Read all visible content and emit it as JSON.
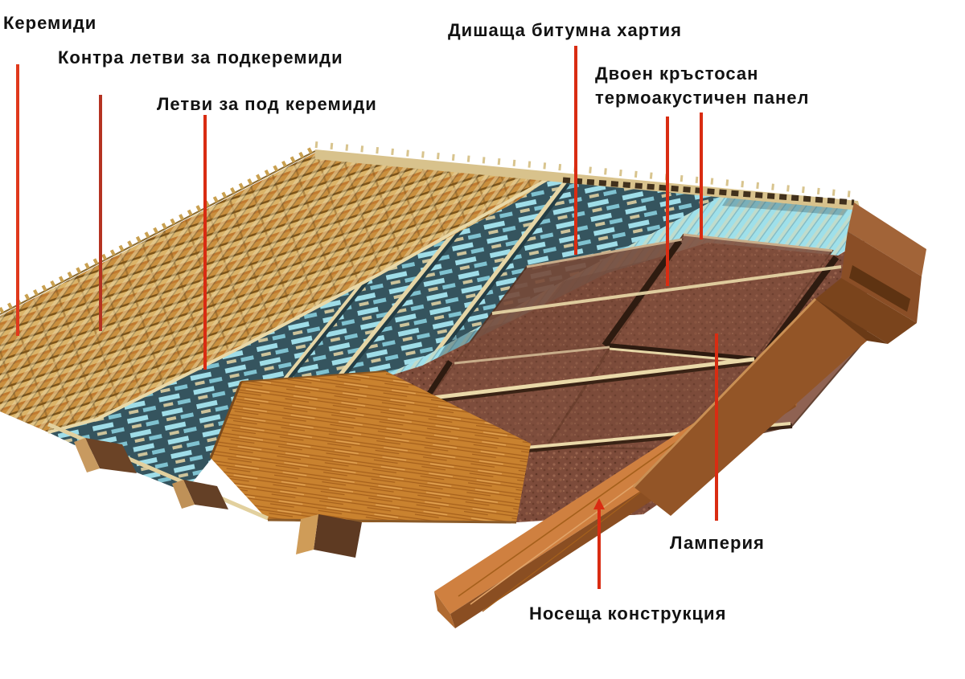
{
  "page": {
    "background_color": "#ffffff",
    "description": "Cutaway diagram of roof construction layers with Bulgarian labels"
  },
  "diagram": {
    "label_color": "#121212",
    "leader_color": "#d92c12",
    "labels": [
      {
        "id": "keremidi",
        "text": "Керемиди"
      },
      {
        "id": "kontra-letvi",
        "text": "Контра летви за подкеремиди"
      },
      {
        "id": "letvi",
        "text": "Летви за под керемиди"
      },
      {
        "id": "membrane",
        "text": "Дишаща битумна хартия"
      },
      {
        "id": "panel",
        "text": "Двоен кръстосан\nтермоакустичен панел"
      },
      {
        "id": "lamperia",
        "text": "Ламперия"
      },
      {
        "id": "structure",
        "text": "Носеща конструкция"
      }
    ],
    "illustration_palette": {
      "tiles_gold": "#d0a453",
      "tiles_orange": "#c07a30",
      "batten_cream": "#e8d8a8",
      "membrane_cyan": "#9fe0ea",
      "deck_slate": "#35545e",
      "panel_brown": "#7d4b3a",
      "paneling_wood": "#c9822f",
      "beam_wood": "#c97f3e",
      "fascia_brown": "#8a4e26"
    }
  }
}
